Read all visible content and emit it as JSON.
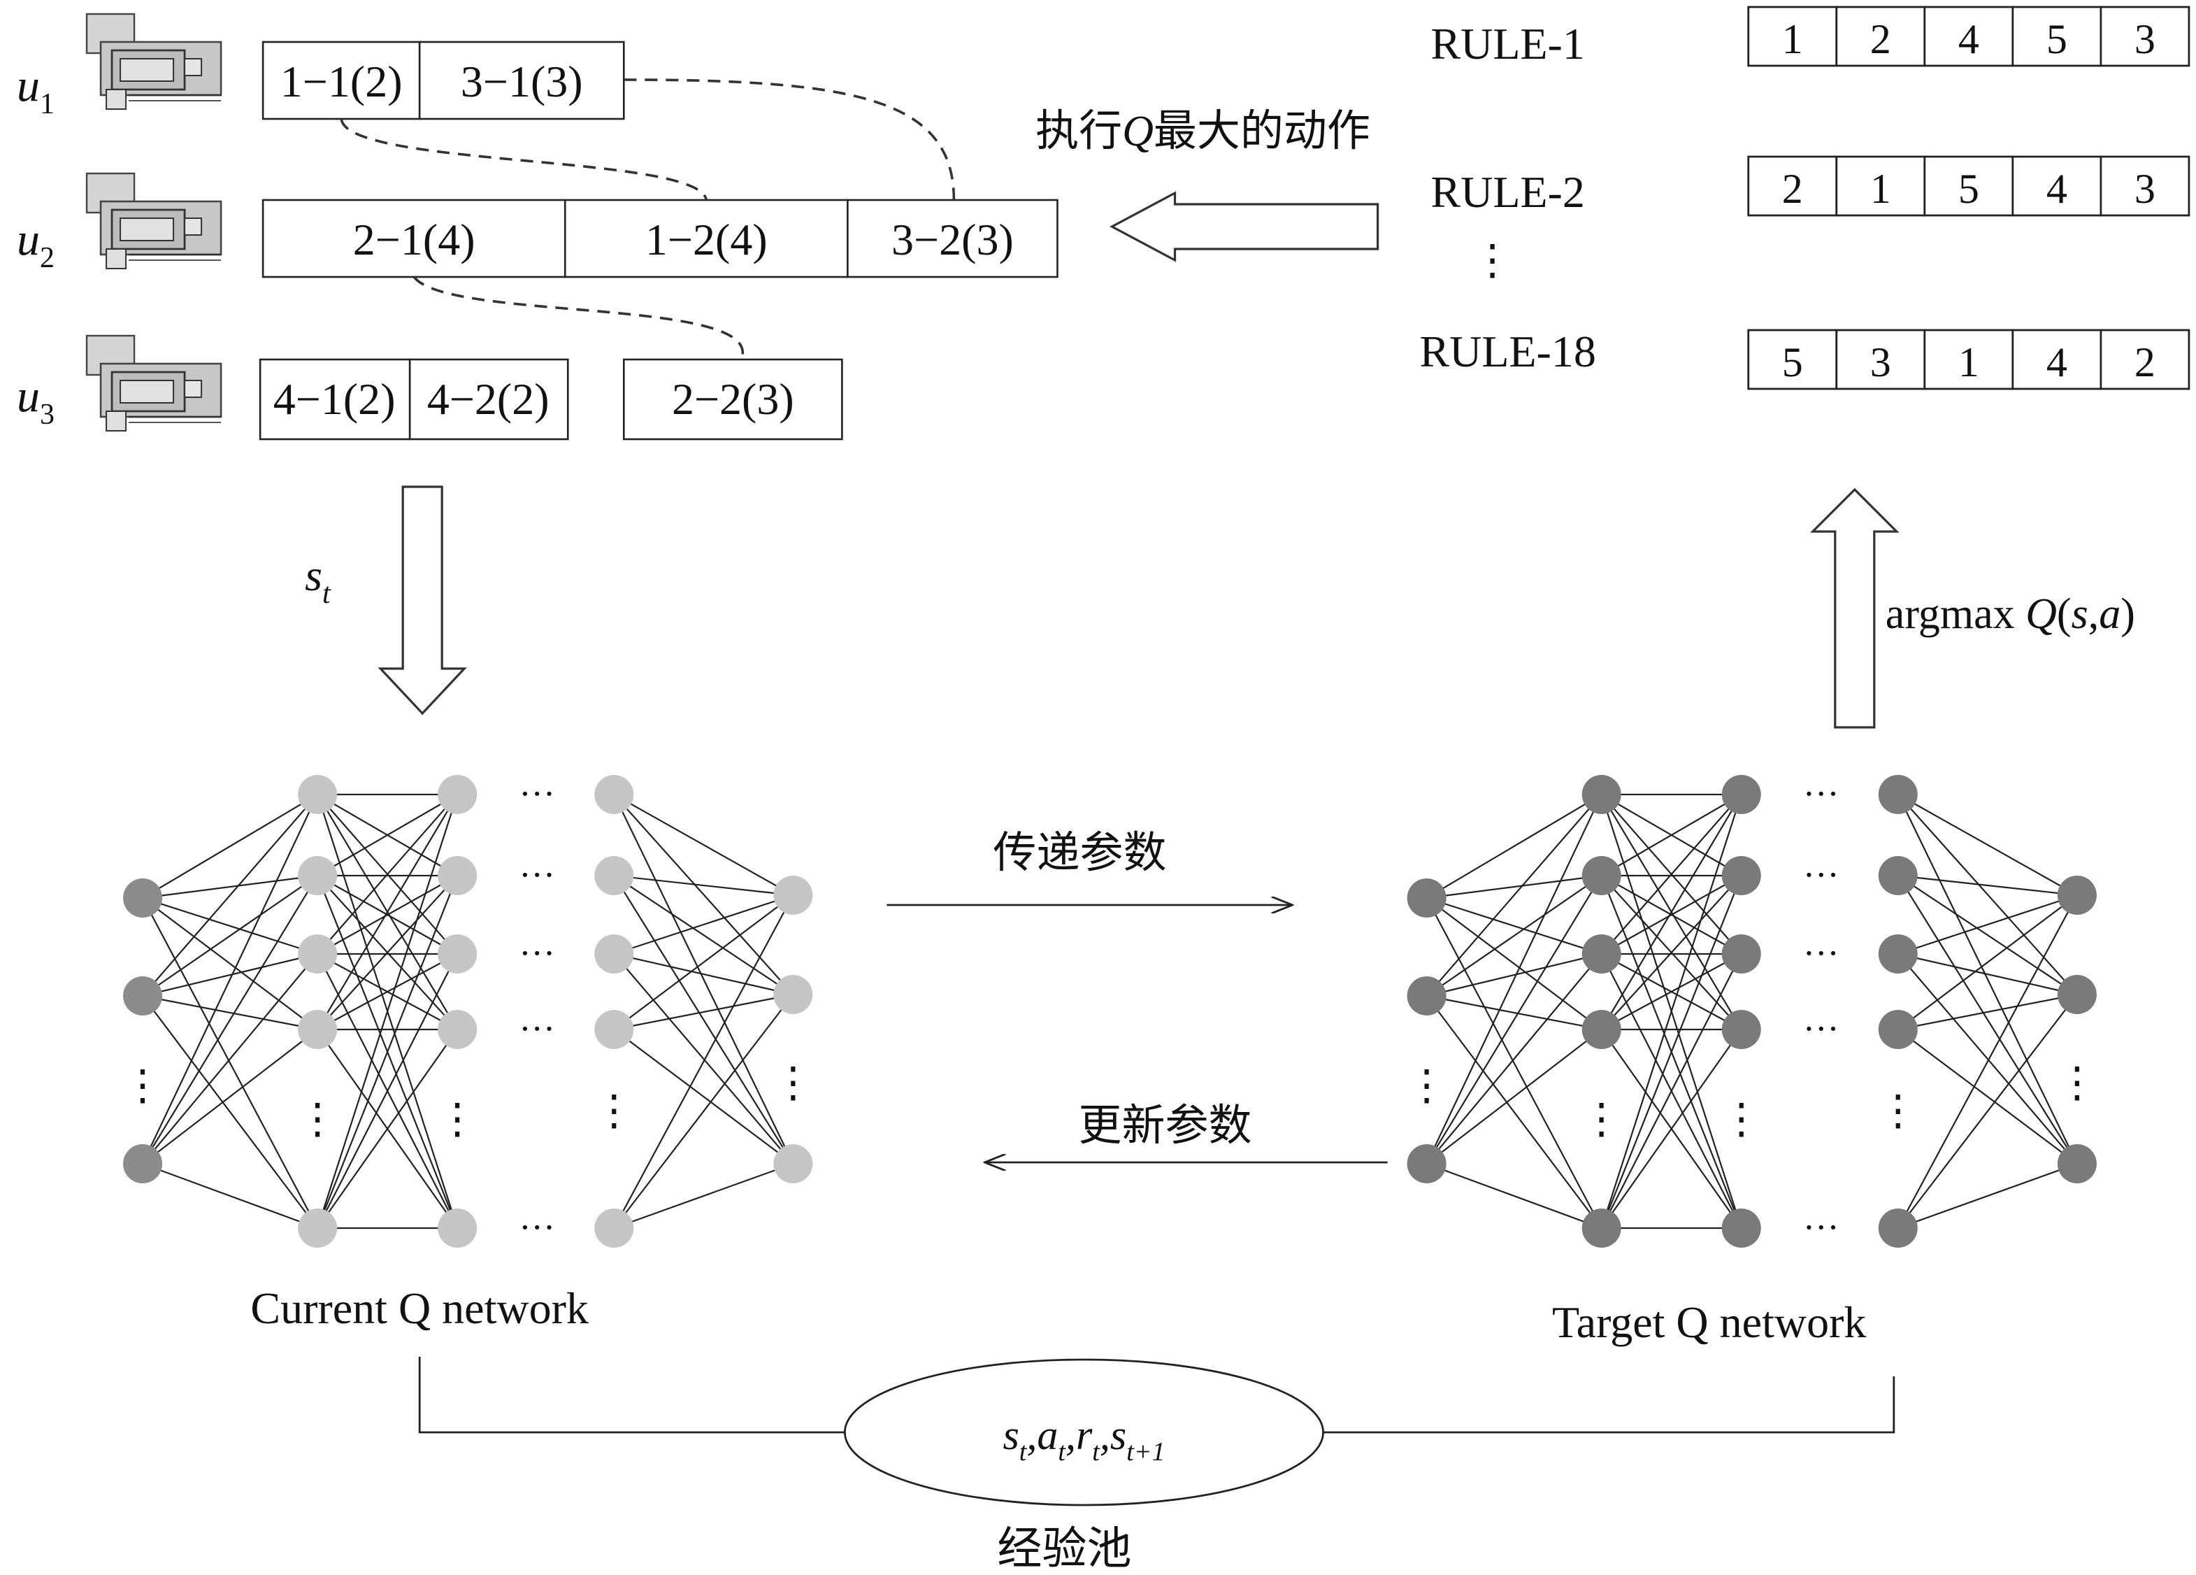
{
  "machines": [
    {
      "id": "u",
      "sub": "1",
      "ops": [
        {
          "label": "1−1(2)"
        },
        {
          "label": "3−1(3)"
        }
      ]
    },
    {
      "id": "u",
      "sub": "2",
      "ops": [
        {
          "label": "2−1(4)"
        },
        {
          "label": "1−2(4)"
        },
        {
          "label": "3−2(3)"
        }
      ]
    },
    {
      "id": "u",
      "sub": "3",
      "ops": [
        {
          "label": "4−1(2)"
        },
        {
          "label": "4−2(2)"
        },
        {
          "label": "2−2(3)"
        }
      ]
    }
  ],
  "rules": [
    {
      "name": "RULE-1",
      "seq": [
        "1",
        "2",
        "4",
        "5",
        "3"
      ]
    },
    {
      "name": "RULE-2",
      "seq": [
        "2",
        "1",
        "5",
        "4",
        "3"
      ]
    },
    {
      "name": "RULE-18",
      "seq": [
        "5",
        "3",
        "1",
        "4",
        "2"
      ]
    }
  ],
  "labels": {
    "execute_action": "执行Q最大的动作",
    "state": "s",
    "state_sub": "t",
    "argmax_text": "argmax Q(s,a)",
    "transfer_params": "传递参数",
    "update_params": "更新参数",
    "current_network": "Current Q network",
    "target_network": "Target Q network",
    "experience_pool": "经验池",
    "experience_tuple": "s t, a t, r t, s t+1"
  },
  "colors": {
    "current_node": "#c6c6c6",
    "current_node_dark": "#8c8c8c",
    "target_node": "#7a7a7a"
  }
}
